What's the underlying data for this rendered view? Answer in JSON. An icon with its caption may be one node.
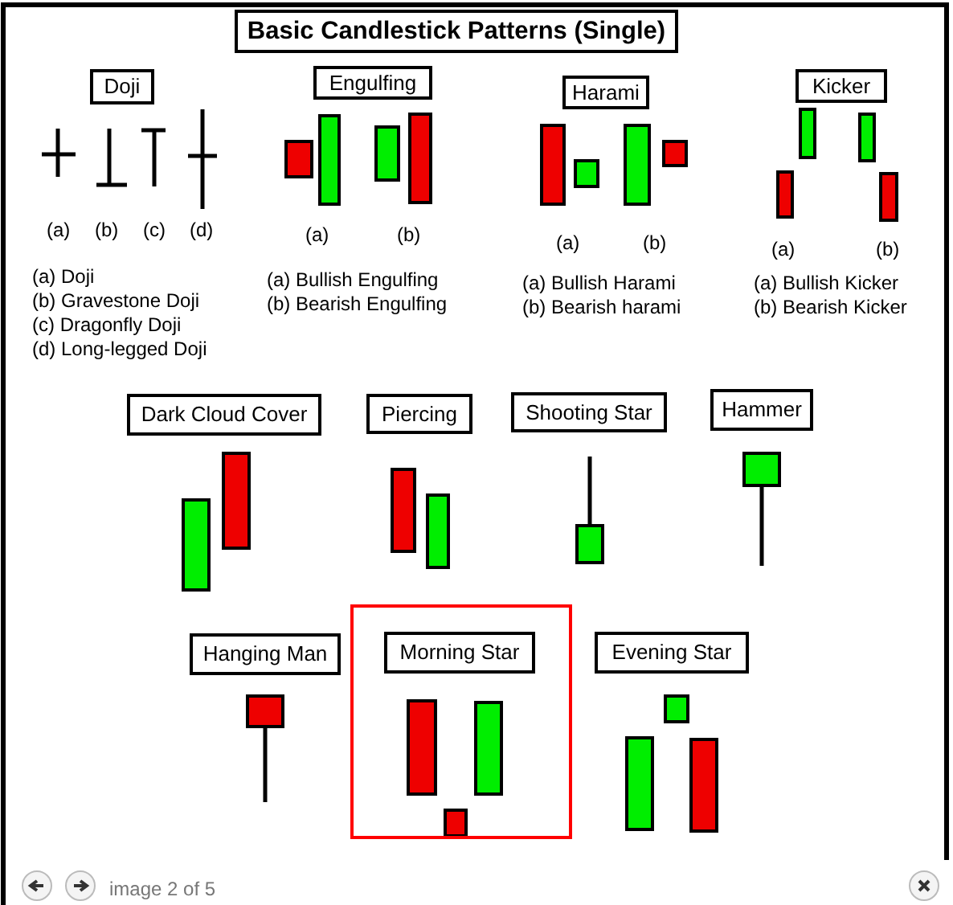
{
  "diagram": {
    "title": "Basic Candlestick Patterns (Single)",
    "nodes": [
      {
        "text": [
          "Doji"
        ]
      },
      {
        "text": [
          "Engulfing"
        ]
      },
      {
        "text": [
          "Harami"
        ]
      },
      {
        "text": [
          "Kicker"
        ]
      },
      {
        "text": [
          "Dark Cloud Cover"
        ]
      },
      {
        "text": [
          "Piercing"
        ]
      },
      {
        "text": [
          "Shooting Star"
        ]
      },
      {
        "text": [
          "Hammer"
        ]
      },
      {
        "text": [
          "Hanging Man"
        ]
      },
      {
        "text": [],
        "shape": "box"
      },
      {
        "text": [
          "Morning Star"
        ],
        "in": 9
      },
      {
        "text": [
          "Evening Star"
        ]
      }
    ],
    "edges": [],
    "labels": [
      "(a)",
      "(b)",
      "(c)",
      "(d)",
      "(a)",
      "(b)",
      "(a)",
      "(b)",
      "(a)",
      "(b)",
      "(a) Doji",
      "(b) Gravestone Doji",
      "(c) Dragonfly Doji",
      "(d) Long-legged Doji",
      "(a) Bullish Engulfing",
      "(b) Bearish Engulfing",
      "(a) Bullish Harami",
      "(b) Bearish harami",
      "(a) Bullish Kicker",
      "(b) Bearish Kicker",
      "image 2 of 5"
    ]
  }
}
